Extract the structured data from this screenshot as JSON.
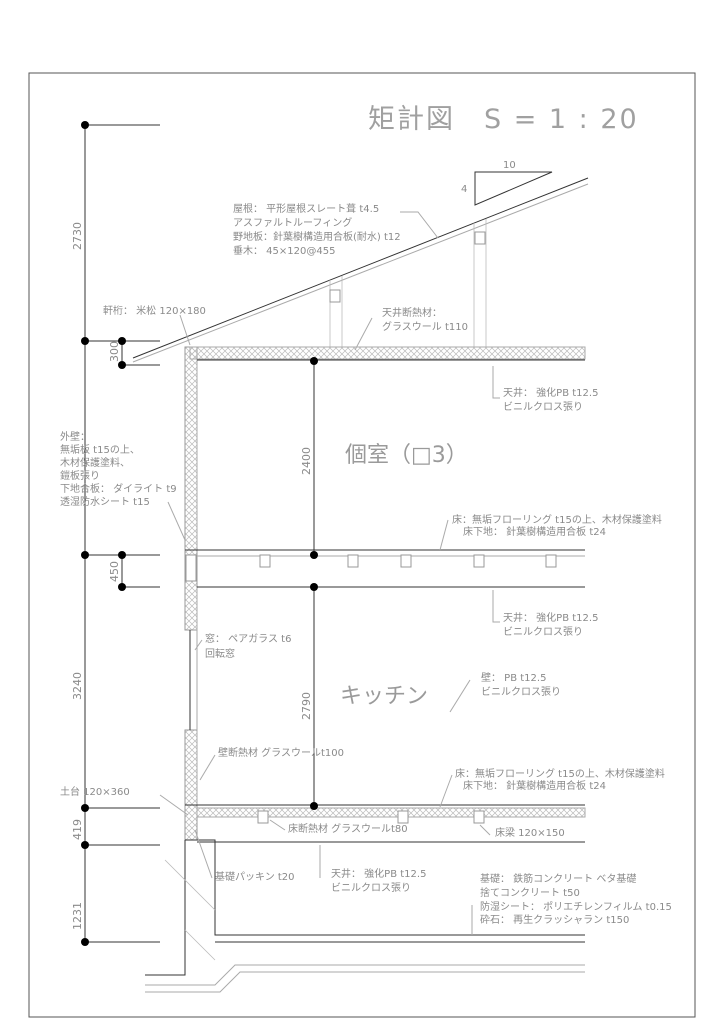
{
  "title": "矩計図　S = 1 : 20",
  "slope": {
    "rise": "4",
    "run": "10"
  },
  "rooms": {
    "upper": "個室（□3）",
    "lower": "キッチン"
  },
  "dimensions": {
    "outer": [
      "2730",
      "300",
      "450",
      "3240",
      "419",
      "1231"
    ],
    "inner": [
      "2400",
      "2790"
    ]
  },
  "labels": {
    "roof": [
      "屋根： 平形屋根スレート葺 t4.5",
      "アスファルトルーフィング",
      "野地板：針葉樹構造用合板(耐水) t12",
      "垂木： 45×120@455"
    ],
    "eave_beam": "軒桁： 米松 120×180",
    "ceiling_insulation": [
      "天井断熱材：",
      "グラスウール t110"
    ],
    "ceiling_upper": [
      "天井： 強化PB t12.5",
      "ビニルクロス張り"
    ],
    "exterior_wall": [
      "外壁：",
      "無垢板 t15の上、",
      "木材保護塗料、",
      "鎧板張り",
      "下地合板： ダイライト t9",
      "透湿防水シート t15"
    ],
    "floor_upper": [
      "床：無垢フローリング t15の上、木材保護塗料",
      "床下地： 針葉樹構造用合板 t24"
    ],
    "ceiling_middle": [
      "天井： 強化PB t12.5",
      "ビニルクロス張り"
    ],
    "window": [
      "窓： ペアガラス t6",
      "回転窓"
    ],
    "wall": [
      "壁： PB t12.5",
      "ビニルクロス張り"
    ],
    "wall_insulation": "壁断熱材 グラスウールt100",
    "sill": "土台 120×360",
    "floor_lower": [
      "床：無垢フローリング t15の上、木材保護塗料",
      "床下地： 針葉樹構造用合板 t24"
    ],
    "floor_insulation": "床断熱材 グラスウールt80",
    "floor_beam": "床梁 120×150",
    "foundation_packing": "基礎パッキン t20",
    "ceiling_lower": [
      "天井： 強化PB t12.5",
      "ビニルクロス張り"
    ],
    "foundation": [
      "基礎： 鉄筋コンクリート ベタ基礎",
      "捨てコンクリート t50",
      "防湿シート： ポリエチレンフィルム t0.15",
      "砕石： 再生クラッシャラン t150"
    ]
  }
}
